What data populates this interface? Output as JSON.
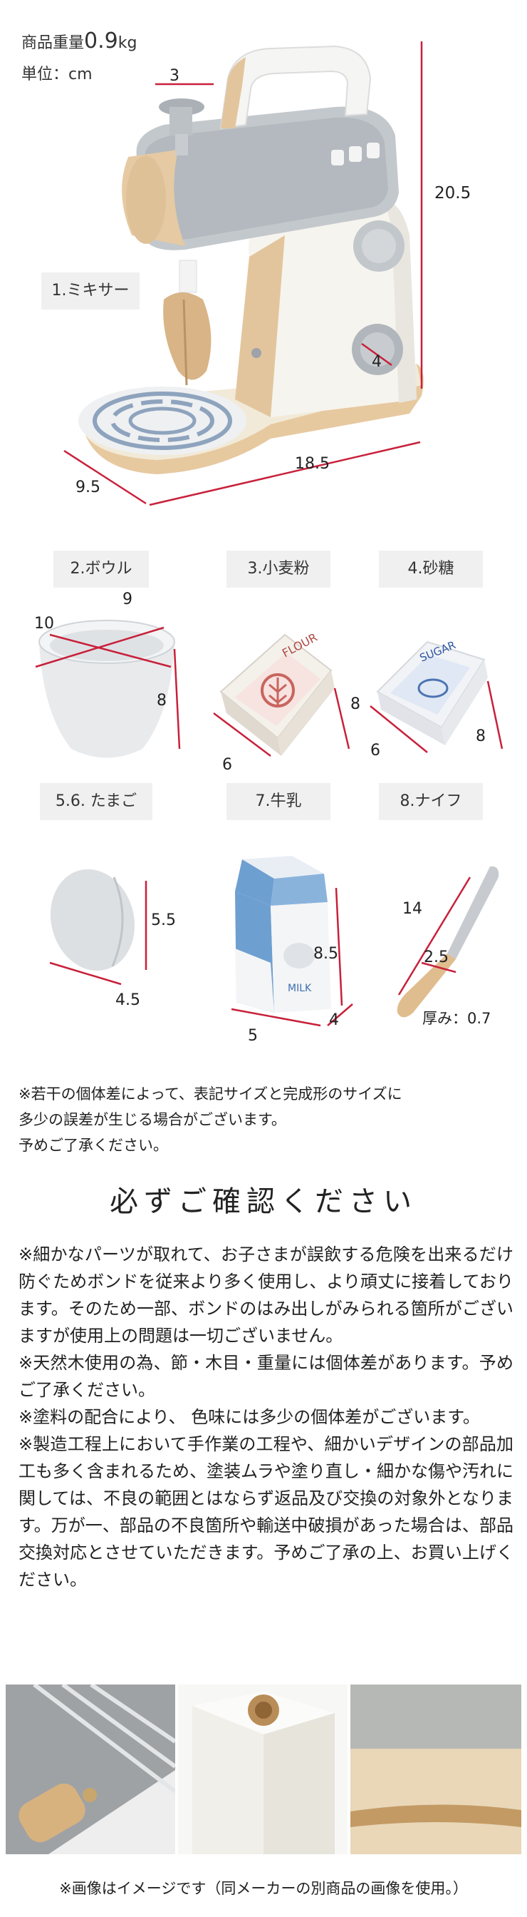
{
  "header": {
    "weight_label": "商品重量",
    "weight_value": "0.9",
    "weight_unit": "kg",
    "unit_label": "単位：cm"
  },
  "mixer": {
    "label": "1.ミキサー",
    "dims": {
      "top": "3",
      "height": "20.5",
      "knob": "4",
      "width": "18.5",
      "depth": "9.5"
    }
  },
  "items": [
    {
      "label": "2.ボウル",
      "dims": [
        "9",
        "10",
        "8"
      ]
    },
    {
      "label": "3.小麦粉",
      "dims": [
        "8",
        "6"
      ],
      "print": "FLOUR"
    },
    {
      "label": "4.砂糖",
      "dims": [
        "6",
        "8"
      ],
      "print": "SUGAR"
    },
    {
      "label": "5.6. たまご",
      "dims": [
        "5.5",
        "4.5"
      ]
    },
    {
      "label": "7.牛乳",
      "dims": [
        "8.5",
        "5",
        "4"
      ],
      "print": "MILK"
    },
    {
      "label": "8.ナイフ",
      "dims": [
        "14",
        "2.5"
      ],
      "thickness": "厚み：0.7"
    }
  ],
  "size_note": [
    "※若干の個体差によって、表記サイズと完成形のサイズに",
    "多少の誤差が生じる場合がございます。",
    "予めご了承ください。"
  ],
  "notice_heading": "必ずご確認ください",
  "notice_paragraphs": [
    "※細かなパーツが取れて、お子さまが誤飲する危険を出来るだけ防ぐためボンドを従来より多く使用し、より頑丈に接着しております。そのため一部、ボンドのはみ出しがみられる箇所がございますが使用上の問題は一切ございません。",
    "※天然木使用の為、節・木目・重量には個体差があります。予めご了承ください。",
    "※塗料の配合により、 色味には多少の個体差がございます。",
    "※製造工程上において手作業の工程や、細かいデザインの部品加工も多く含まれるため、塗装ムラや塗り直し・細かな傷や汚れに関しては、不良の範囲とはならず返品及び交換の対象外となります。万が一、部品の不良箇所や輸送中破損があった場合は、部品交換対応とさせていただきます。予めご了承の上、お買い上げください。"
  ],
  "caption": "※画像はイメージです（同メーカーの別商品の画像を使用。）",
  "colors": {
    "dimension_line": "#c8203a",
    "gray_paint": "#b9bec2",
    "wood": "#e3c59d",
    "label_bg": "#f0f0f0",
    "milk_blue": "#6e9fd1"
  }
}
